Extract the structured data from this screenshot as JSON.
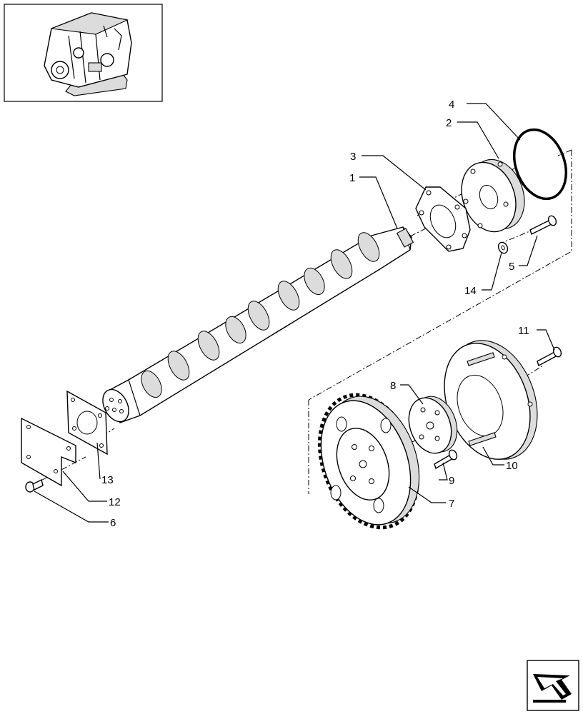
{
  "callouts": [
    {
      "id": "1",
      "text": "1"
    },
    {
      "id": "2",
      "text": "2"
    },
    {
      "id": "3",
      "text": "3"
    },
    {
      "id": "4",
      "text": "4"
    },
    {
      "id": "5",
      "text": "5"
    },
    {
      "id": "6",
      "text": "6"
    },
    {
      "id": "7",
      "text": "7"
    },
    {
      "id": "8",
      "text": "8"
    },
    {
      "id": "9",
      "text": "9"
    },
    {
      "id": "10",
      "text": "10"
    },
    {
      "id": "11",
      "text": "11"
    },
    {
      "id": "12",
      "text": "12"
    },
    {
      "id": "13",
      "text": "13"
    },
    {
      "id": "14",
      "text": "14"
    }
  ],
  "icons": {
    "thumbnail": "engine-thumbnail-icon",
    "navigation": "next-page-arrow-icon"
  },
  "colors": {
    "line": "#000000",
    "background": "#ffffff"
  }
}
